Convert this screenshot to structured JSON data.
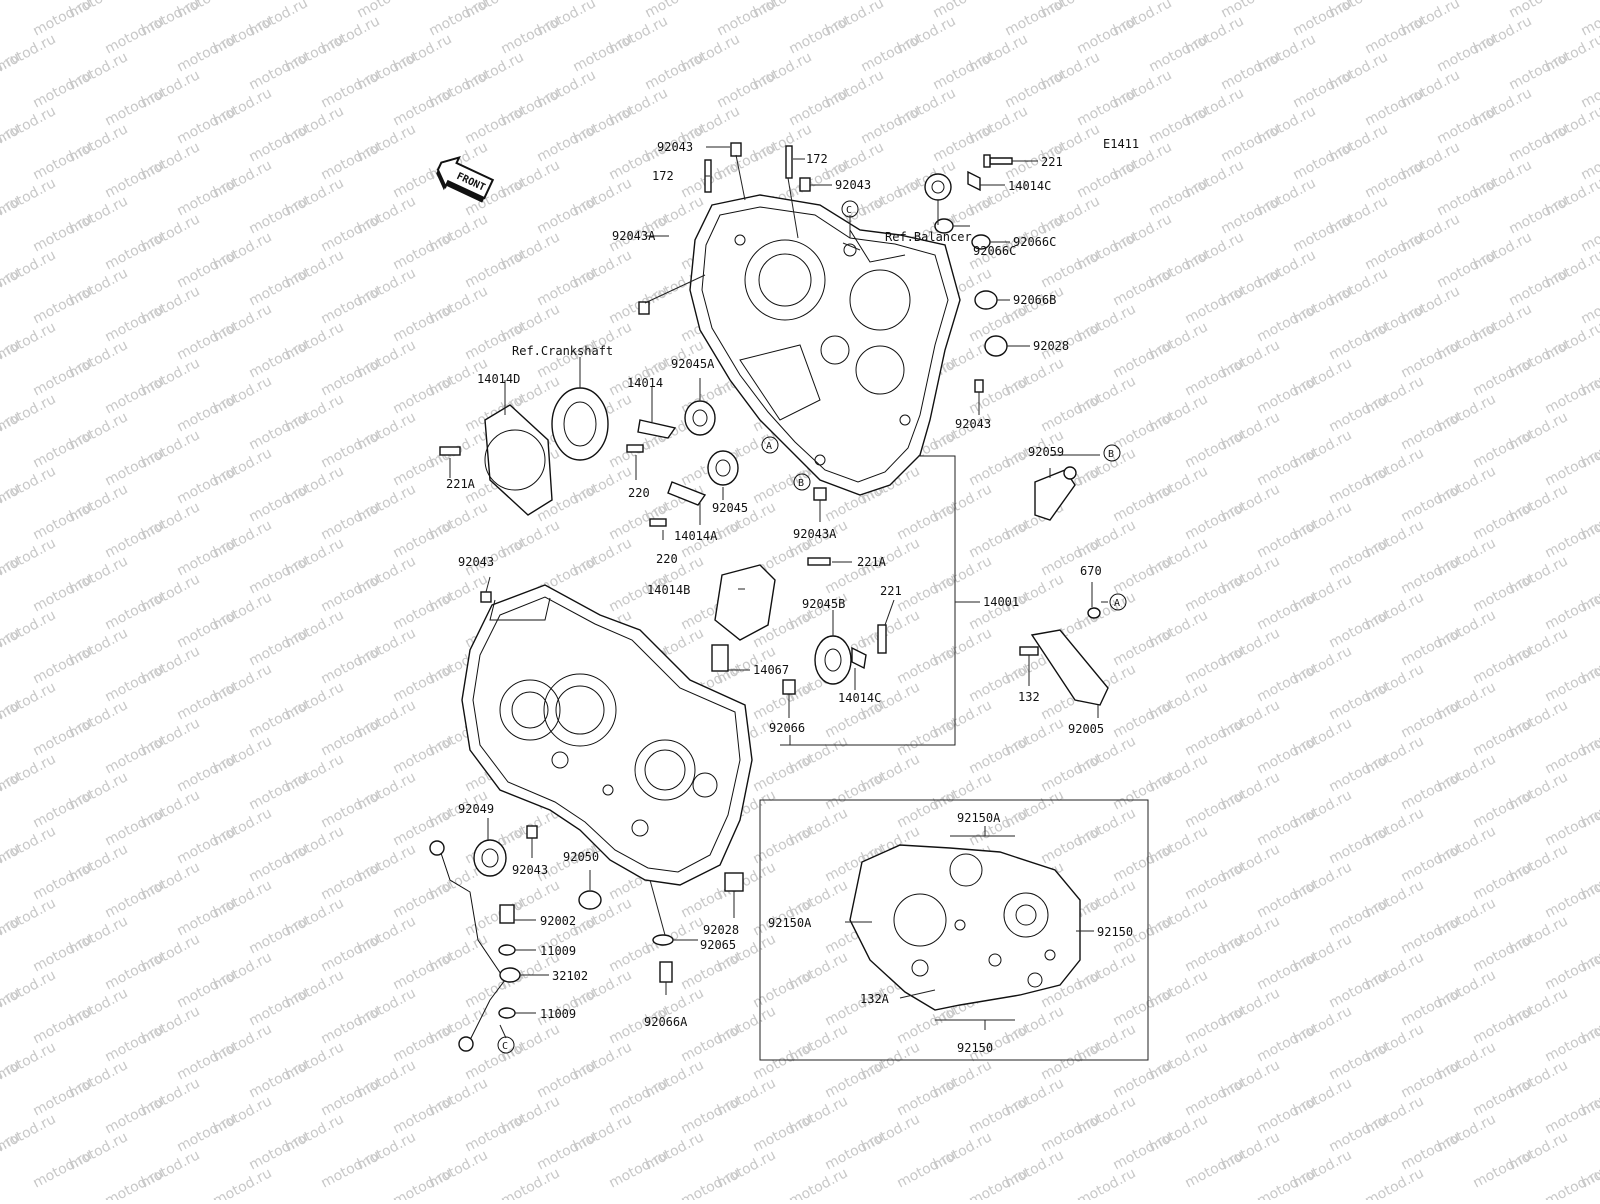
{
  "diagram_code": "E1411",
  "front_label": "FRONT",
  "watermark": "motod.ru",
  "refs": {
    "balancer": "Ref.Balancer",
    "crankshaft": "Ref.Crankshaft"
  },
  "markers": {
    "a": "A",
    "b": "B",
    "c": "C"
  },
  "labels": {
    "p92043_top": "92043",
    "p172_left": "172",
    "p172_right": "172",
    "p92043_tr": "92043",
    "p221_top": "221",
    "p14014C_top": "14014C",
    "p92066C_1": "92066C",
    "p92066C_2": "92066C",
    "p92066B": "92066B",
    "p92028_top": "92028",
    "p92043A_left": "92043A",
    "p92043_right": "92043",
    "p92059": "92059",
    "p14014D": "14014D",
    "p14014": "14014",
    "p92045A": "92045A",
    "p221A_left": "221A",
    "p220_1": "220",
    "p92045": "92045",
    "p14014A": "14014A",
    "p220_2": "220",
    "p92043A_mid": "92043A",
    "p221A_mid": "221A",
    "p92043_left": "92043",
    "p14014B": "14014B",
    "p221_mid": "221",
    "p92045B": "92045B",
    "p14001": "14001",
    "p670": "670",
    "p14067": "14067",
    "p14014C_mid": "14014C",
    "p132": "132",
    "p92066": "92066",
    "p92005": "92005",
    "p92049": "92049",
    "p92043_low": "92043",
    "p92050": "92050",
    "p92002": "92002",
    "p11009_1": "11009",
    "p32102": "32102",
    "p11009_2": "11009",
    "p92028_low": "92028",
    "p92065": "92065",
    "p92066A": "92066A",
    "p92150A_top": "92150A",
    "p92150A_left": "92150A",
    "p92150_right": "92150",
    "p132A": "132A",
    "p92150_bottom": "92150"
  }
}
